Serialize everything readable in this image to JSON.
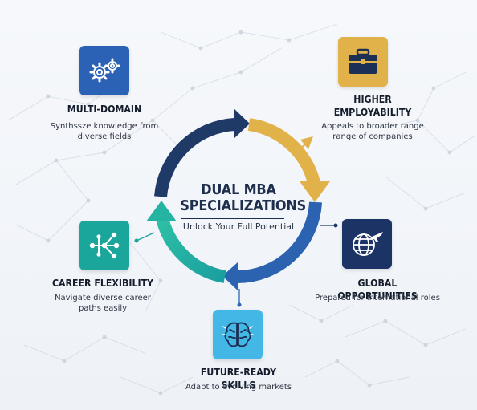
{
  "center": {
    "title": "DUAL MBA SPECIALIZATIONS",
    "subtitle": "Unlock Your Full Potential"
  },
  "colors": {
    "navy": "#1f3a66",
    "gold": "#e2b24a",
    "blue": "#2b63b0",
    "teal": "#1cab9b",
    "sky": "#3fb0e3"
  },
  "nodes": [
    {
      "id": "multi-domain",
      "icon": "gears-icon",
      "color": "#2c62b6",
      "title": "MULTI-DOMAIN",
      "desc": "Synthssze knowledge from diverse fields"
    },
    {
      "id": "higher-employability",
      "icon": "briefcase-icon",
      "color": "#e2b24a",
      "title": "HIGHER EMPLOYABILITY",
      "desc": "Appeals to broader range range of companies"
    },
    {
      "id": "global-opportunities",
      "icon": "globe-plane-icon",
      "color": "#1c3366",
      "title": "GLOBAL OPPORTUNITIES",
      "desc": "Prepared for international roles"
    },
    {
      "id": "future-ready-skills",
      "icon": "brain-icon",
      "color": "#43b8e6",
      "title": "FUTURE-READY SKILLS",
      "desc": "Adapt to evolving markets"
    },
    {
      "id": "career-flexibility",
      "icon": "network-icon",
      "color": "#1aa69b",
      "title": "CAREER FLEXIBILITY",
      "desc": "Navigate diverse career paths easily"
    }
  ]
}
